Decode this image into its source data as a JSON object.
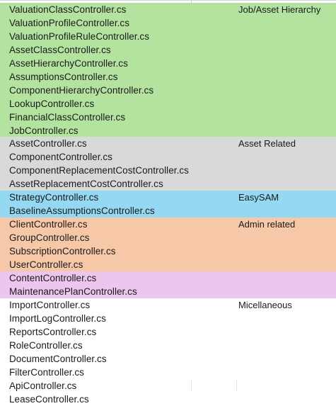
{
  "groups": [
    {
      "label": "Job/Asset Hierarchy",
      "color": "#b4e3a0",
      "items": [
        "ValuationClassController.cs",
        "ValuationProfileController.cs",
        "ValuationProfileRuleController.cs",
        "AssetClassController.cs",
        "AssetHierarchyController.cs",
        "AssumptionsController.cs",
        "ComponentHierarchyController.cs",
        "LookupController.cs",
        "FinancialClassController.cs",
        "JobController.cs"
      ]
    },
    {
      "label": "Asset Related",
      "color": "#d9d9d9",
      "items": [
        "AssetController.cs",
        "ComponentController.cs",
        "ComponentReplacementCostController.cs",
        "AssetReplacementCostController.cs"
      ]
    },
    {
      "label": "EasySAM",
      "color": "#94d8f2",
      "items": [
        "StrategyController.cs",
        "BaselineAssumptionsController.cs"
      ]
    },
    {
      "label": "Admin related",
      "color": "#f6c8a8",
      "items": [
        "ClientController.cs",
        "GroupController.cs",
        "SubscriptionController.cs",
        "UserController.cs"
      ]
    },
    {
      "label": "",
      "color": "#ecc6ec",
      "items": [
        "ContentController.cs",
        "MaintenancePlanController.cs"
      ]
    },
    {
      "label": "Micellaneous",
      "color": "#ffffff",
      "items": [
        "ImportController.cs",
        "ImportLogController.cs",
        "ReportsController.cs",
        "RoleController.cs",
        "DocumentController.cs",
        "FilterController.cs",
        "ApiController.cs",
        "LeaseController.cs"
      ]
    }
  ]
}
